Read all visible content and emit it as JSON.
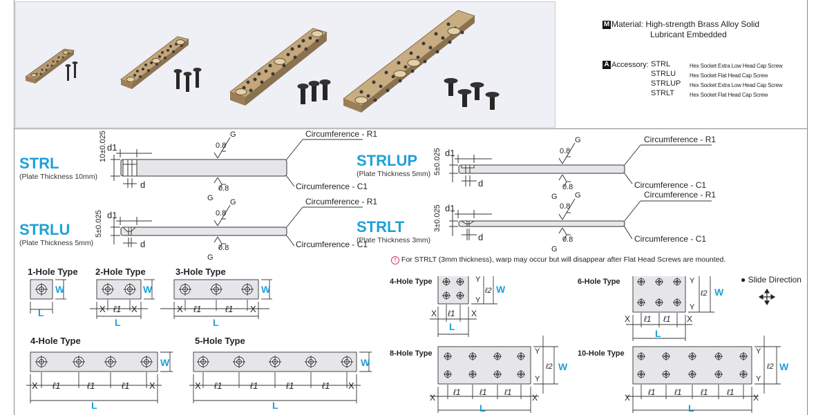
{
  "header": {
    "material_tag": "M",
    "material_label": "Material:",
    "material_value_line1": "High-strength Brass Alloy Solid",
    "material_value_line2": "Lubricant Embedded",
    "accessory_tag": "A",
    "accessory_label": "Accessory:",
    "accessories": [
      {
        "name": "STRL",
        "desc": "Hex Socket Extra Low Head Cap Screw"
      },
      {
        "name": "STRLU",
        "desc": "Hex Socket Flat Head Cap Screw"
      },
      {
        "name": "STRLUP",
        "desc": "Hex Socket Extra Low Head Cap Screw"
      },
      {
        "name": "STRLT",
        "desc": "Hex Socket Flat Head Cap Screw"
      }
    ]
  },
  "profiles": [
    {
      "code": "STRL",
      "thickness": "(Plate Thickness 10mm)",
      "dim": "10±0.025"
    },
    {
      "code": "STRLU",
      "thickness": "(Plate Thickness 5mm)",
      "dim": "5±0.025"
    },
    {
      "code": "STRLUP",
      "thickness": "(Plate Thickness 5mm)",
      "dim": "5±0.025"
    },
    {
      "code": "STRLT",
      "thickness": "(Plate Thickness 3mm)",
      "dim": "3±0.025"
    }
  ],
  "profile_labels": {
    "d1": "d1",
    "d": "d",
    "roughness": "0.8",
    "g": "G",
    "circ_r1": "Circumference - R1",
    "circ_c1": "Circumference - C1"
  },
  "note": "For STRLT (3mm thickness), warp may occur but will disappear after Flat Head Screws are mounted.",
  "note_icon": "warning-icon",
  "hole_types_left": [
    "1-Hole Type",
    "2-Hole Type",
    "3-Hole Type",
    "4-Hole Type",
    "5-Hole Type"
  ],
  "hole_types_right": [
    "4-Hole Type",
    "6-Hole Type",
    "8-Hole Type",
    "10-Hole Type"
  ],
  "dim_labels": {
    "W": "W",
    "L": "L",
    "X": "X",
    "Y": "Y",
    "l1": "ℓ1",
    "l2": "ℓ2"
  },
  "slide_direction": "Slide Direction",
  "colors": {
    "accent": "#1ea0d8",
    "plate_fill": "#e6e6ea",
    "line": "#333333",
    "photo_bg": "#efeff6"
  }
}
